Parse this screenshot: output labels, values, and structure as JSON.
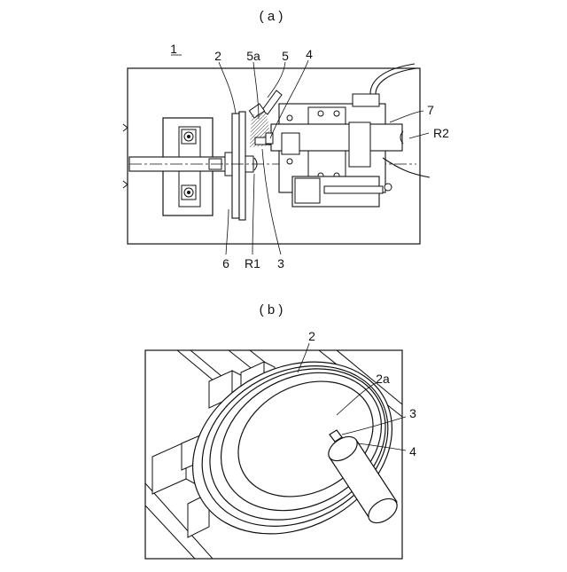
{
  "figure": {
    "panel_a": {
      "caption": "( a )",
      "labels": {
        "device": "1",
        "grinding_wheel": "2",
        "dresser_tip": "5a",
        "nozzle": "5",
        "workpiece": "4",
        "motor_unit": "7",
        "rotation_2": "R2",
        "spindle": "6",
        "rotation_1": "R1",
        "contact": "3"
      }
    },
    "panel_b": {
      "caption": "( b )",
      "labels": {
        "grinding_wheel": "2",
        "wheel_face": "2a",
        "contact": "3",
        "workpiece": "4"
      }
    }
  }
}
